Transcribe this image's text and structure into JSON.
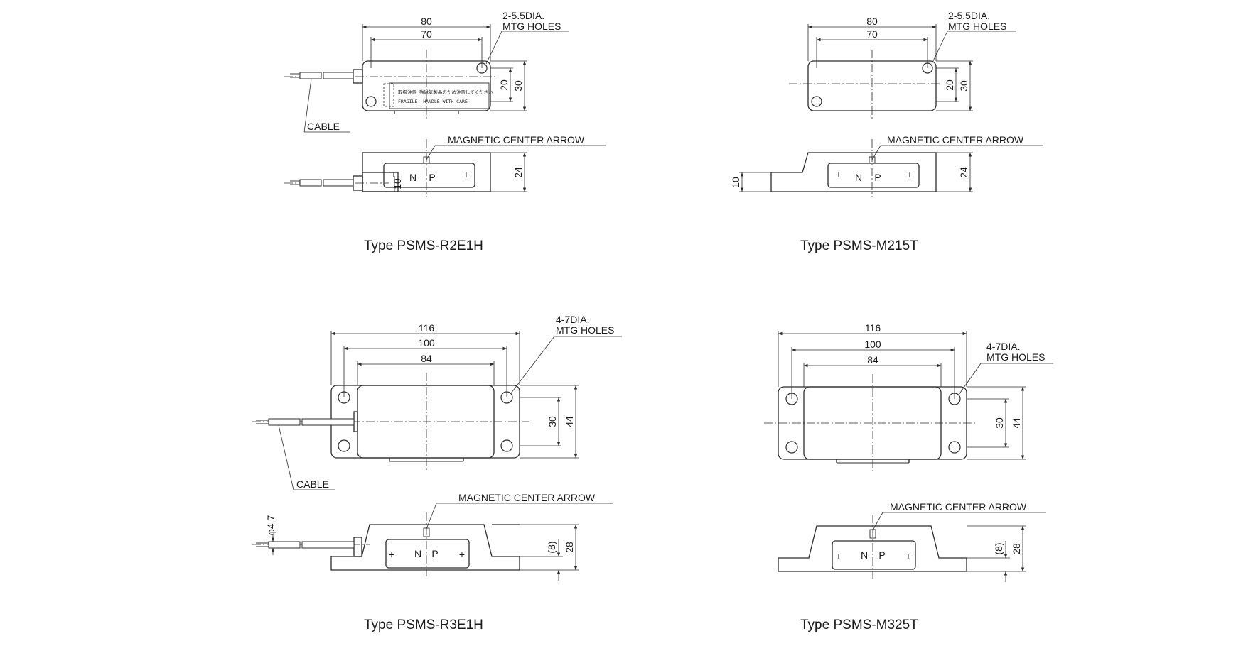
{
  "drawings": {
    "r2e1h": {
      "title": "Type PSMS-R2E1H",
      "dim_80": "80",
      "dim_70": "70",
      "dim_20": "20",
      "dim_30": "30",
      "dim_24": "24",
      "dim_10": "10",
      "holes_line1": "2-5.5DIA.",
      "holes_line2": "MTG HOLES",
      "cable": "CABLE",
      "arrow": "MAGNETIC CENTER ARROW",
      "pole_n": "N",
      "pole_p": "P",
      "label_line1": "取扱注意 強磁気製品のため注意してください",
      "label_line2": "FRAGILE. HANDLE WITH CARE"
    },
    "m215t": {
      "title": "Type PSMS-M215T",
      "dim_80": "80",
      "dim_70": "70",
      "dim_20": "20",
      "dim_30": "30",
      "dim_24": "24",
      "dim_10": "10",
      "holes_line1": "2-5.5DIA.",
      "holes_line2": "MTG HOLES",
      "arrow": "MAGNETIC CENTER ARROW",
      "pole_n": "N",
      "pole_p": "P"
    },
    "r3e1h": {
      "title": "Type PSMS-R3E1H",
      "dim_116": "116",
      "dim_100": "100",
      "dim_84": "84",
      "dim_30": "30",
      "dim_44": "44",
      "dim_8": "(8)",
      "dim_28": "28",
      "dim_phi": "φ4.7",
      "holes_line1": "4-7DIA.",
      "holes_line2": "MTG HOLES",
      "cable": "CABLE",
      "arrow": "MAGNETIC CENTER ARROW",
      "pole_n": "N",
      "pole_p": "P"
    },
    "m325t": {
      "title": "Type PSMS-M325T",
      "dim_116": "116",
      "dim_100": "100",
      "dim_84": "84",
      "dim_30": "30",
      "dim_44": "44",
      "dim_8": "(8)",
      "dim_28": "28",
      "holes_line1": "4-7DIA.",
      "holes_line2": "MTG HOLES",
      "arrow": "MAGNETIC CENTER ARROW",
      "pole_n": "N",
      "pole_p": "P"
    }
  },
  "colors": {
    "line": "#2b2b2b",
    "text": "#1a1a1a",
    "background": "#ffffff"
  }
}
